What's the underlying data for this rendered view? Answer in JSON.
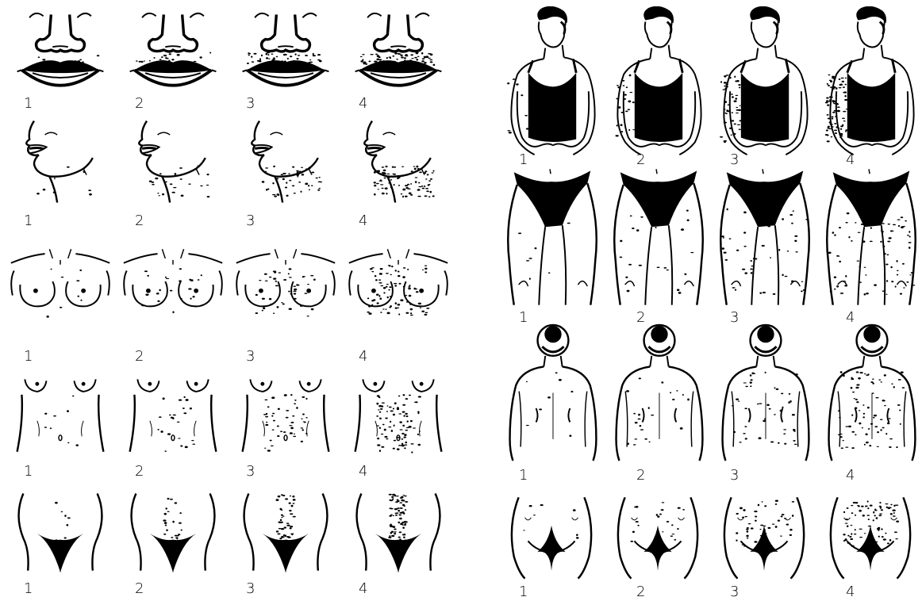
{
  "colors": {
    "ink": "#000000",
    "background": "#ffffff"
  },
  "score_labels": [
    "1",
    "2",
    "3",
    "4"
  ],
  "left_rows": [
    {
      "region": "upper-lip",
      "labels": [
        "1",
        "2",
        "3",
        "4"
      ]
    },
    {
      "region": "chin",
      "labels": [
        "1",
        "2",
        "3",
        "4"
      ]
    },
    {
      "region": "chest",
      "labels": [
        "1",
        "2",
        "3",
        "4"
      ]
    },
    {
      "region": "abdomen",
      "labels": [
        "1",
        "2",
        "3",
        "4"
      ]
    },
    {
      "region": "lower-abdomen",
      "labels": [
        "1",
        "2",
        "3",
        "4"
      ]
    }
  ],
  "right_rows": [
    {
      "region": "upper-arm",
      "labels": [
        "1",
        "2",
        "3",
        "4"
      ]
    },
    {
      "region": "thigh",
      "labels": [
        "1",
        "2",
        "3",
        "4"
      ]
    },
    {
      "region": "upper-back",
      "labels": [
        "1",
        "2",
        "3",
        "4"
      ]
    },
    {
      "region": "lower-back",
      "labels": [
        "1",
        "2",
        "3",
        "4"
      ]
    }
  ]
}
